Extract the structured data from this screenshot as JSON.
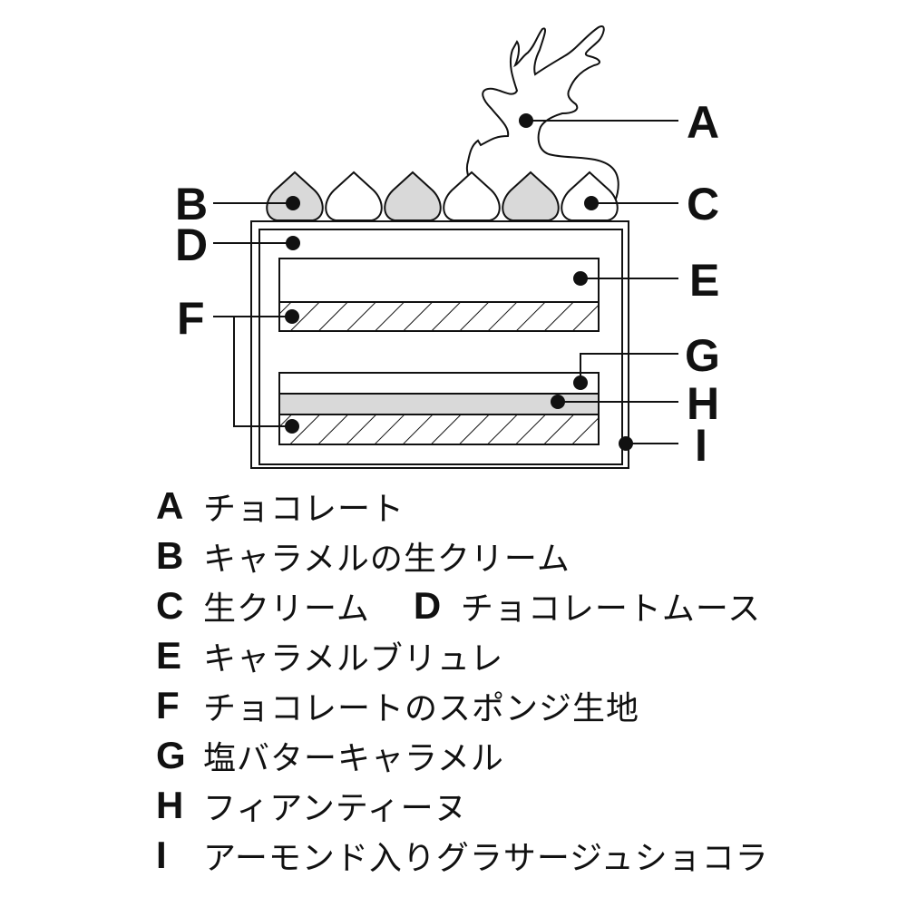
{
  "labels": [
    "A",
    "B",
    "C",
    "D",
    "E",
    "F",
    "G",
    "H",
    "I"
  ],
  "legend": [
    {
      "key": "A",
      "text": "チョコレート"
    },
    {
      "key": "B",
      "text": "キャラメルの生クリーム"
    },
    {
      "key": "C",
      "text": "生クリーム"
    },
    {
      "key": "D",
      "text": "チョコレートムース"
    },
    {
      "key": "E",
      "text": "キャラメルブリュレ"
    },
    {
      "key": "F",
      "text": "チョコレートのスポンジ生地"
    },
    {
      "key": "G",
      "text": "塩バターキャラメル"
    },
    {
      "key": "H",
      "text": "フィアンティーヌ"
    },
    {
      "key": "I",
      "text": "アーモンド入りグラサージュショコラ"
    }
  ],
  "colors": {
    "line": "#111111",
    "gray_fill": "#d9d9d9",
    "background": "#ffffff"
  }
}
